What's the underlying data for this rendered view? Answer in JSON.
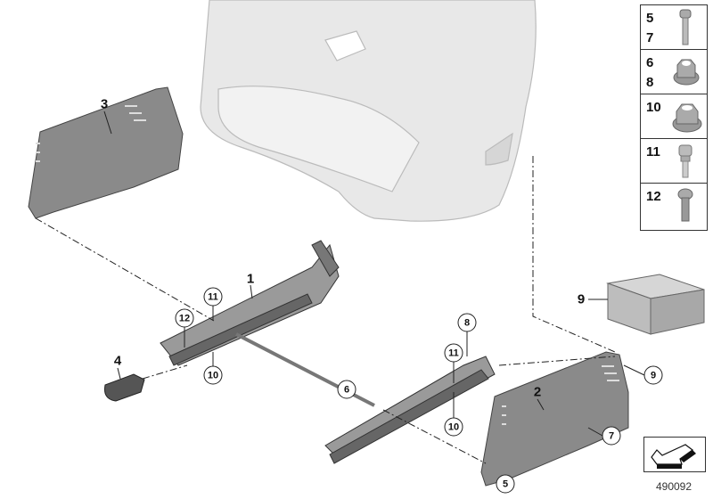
{
  "diagram": {
    "callouts": [
      {
        "label": "3",
        "circled": false
      },
      {
        "label": "1",
        "circled": false
      },
      {
        "label": "11",
        "circled": true
      },
      {
        "label": "12",
        "circled": true
      },
      {
        "label": "10",
        "circled": true
      },
      {
        "label": "4",
        "circled": false
      },
      {
        "label": "6",
        "circled": true
      },
      {
        "label": "8",
        "circled": true
      },
      {
        "label": "11",
        "circled": true
      },
      {
        "label": "10",
        "circled": true
      },
      {
        "label": "2",
        "circled": false
      },
      {
        "label": "9",
        "circled": false
      },
      {
        "label": "9",
        "circled": true
      },
      {
        "label": "7",
        "circled": true
      },
      {
        "label": "5",
        "circled": true
      }
    ],
    "legend": [
      {
        "numbers": [
          "5",
          "7"
        ],
        "icon": "bolt-icon"
      },
      {
        "numbers": [
          "6",
          "8"
        ],
        "icon": "hex-nut-icon"
      },
      {
        "numbers": [
          "10"
        ],
        "icon": "flange-nut-icon"
      },
      {
        "numbers": [
          "11"
        ],
        "icon": "stud-bolt-icon"
      },
      {
        "numbers": [
          "12"
        ],
        "icon": "torx-screw-icon"
      }
    ],
    "diagram_number": "490092",
    "colors": {
      "bracket": "#8a8a8a",
      "seat": "#e6e6e6",
      "rail": "#777777",
      "outline": "#222222"
    }
  }
}
